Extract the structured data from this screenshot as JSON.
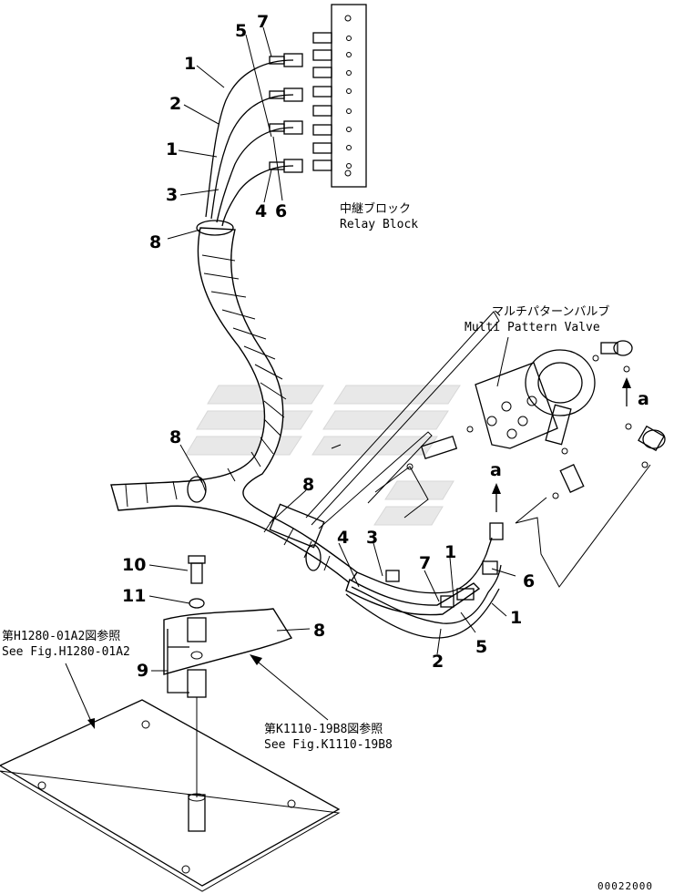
{
  "relay_block": {
    "label_jp": "中継ブロック",
    "label_en": "Relay Block"
  },
  "valve": {
    "label_jp": "マルチパターンバルブ",
    "label_en": "Multi Pattern Valve"
  },
  "view_marker": "a",
  "references": [
    {
      "jp": "第H1280-01A2図参照",
      "en": "See Fig.H1280-01A2"
    },
    {
      "jp": "第K1110-19B8図参照",
      "en": "See Fig.K1110-19B8"
    }
  ],
  "callouts": {
    "c1a": "1",
    "c2a": "2",
    "c1b": "1",
    "c3a": "3",
    "c4a": "4",
    "c5a": "5",
    "c6a": "6",
    "c7a": "7",
    "c8a": "8",
    "c8b": "8",
    "c8c": "8",
    "c8d": "8",
    "c4b": "4",
    "c3b": "3",
    "c7b": "7",
    "c1c": "1",
    "c6b": "6",
    "c1d": "1",
    "c5b": "5",
    "c2b": "2",
    "c10": "10",
    "c11": "11",
    "c9": "9"
  },
  "drawing_number": "00022000"
}
